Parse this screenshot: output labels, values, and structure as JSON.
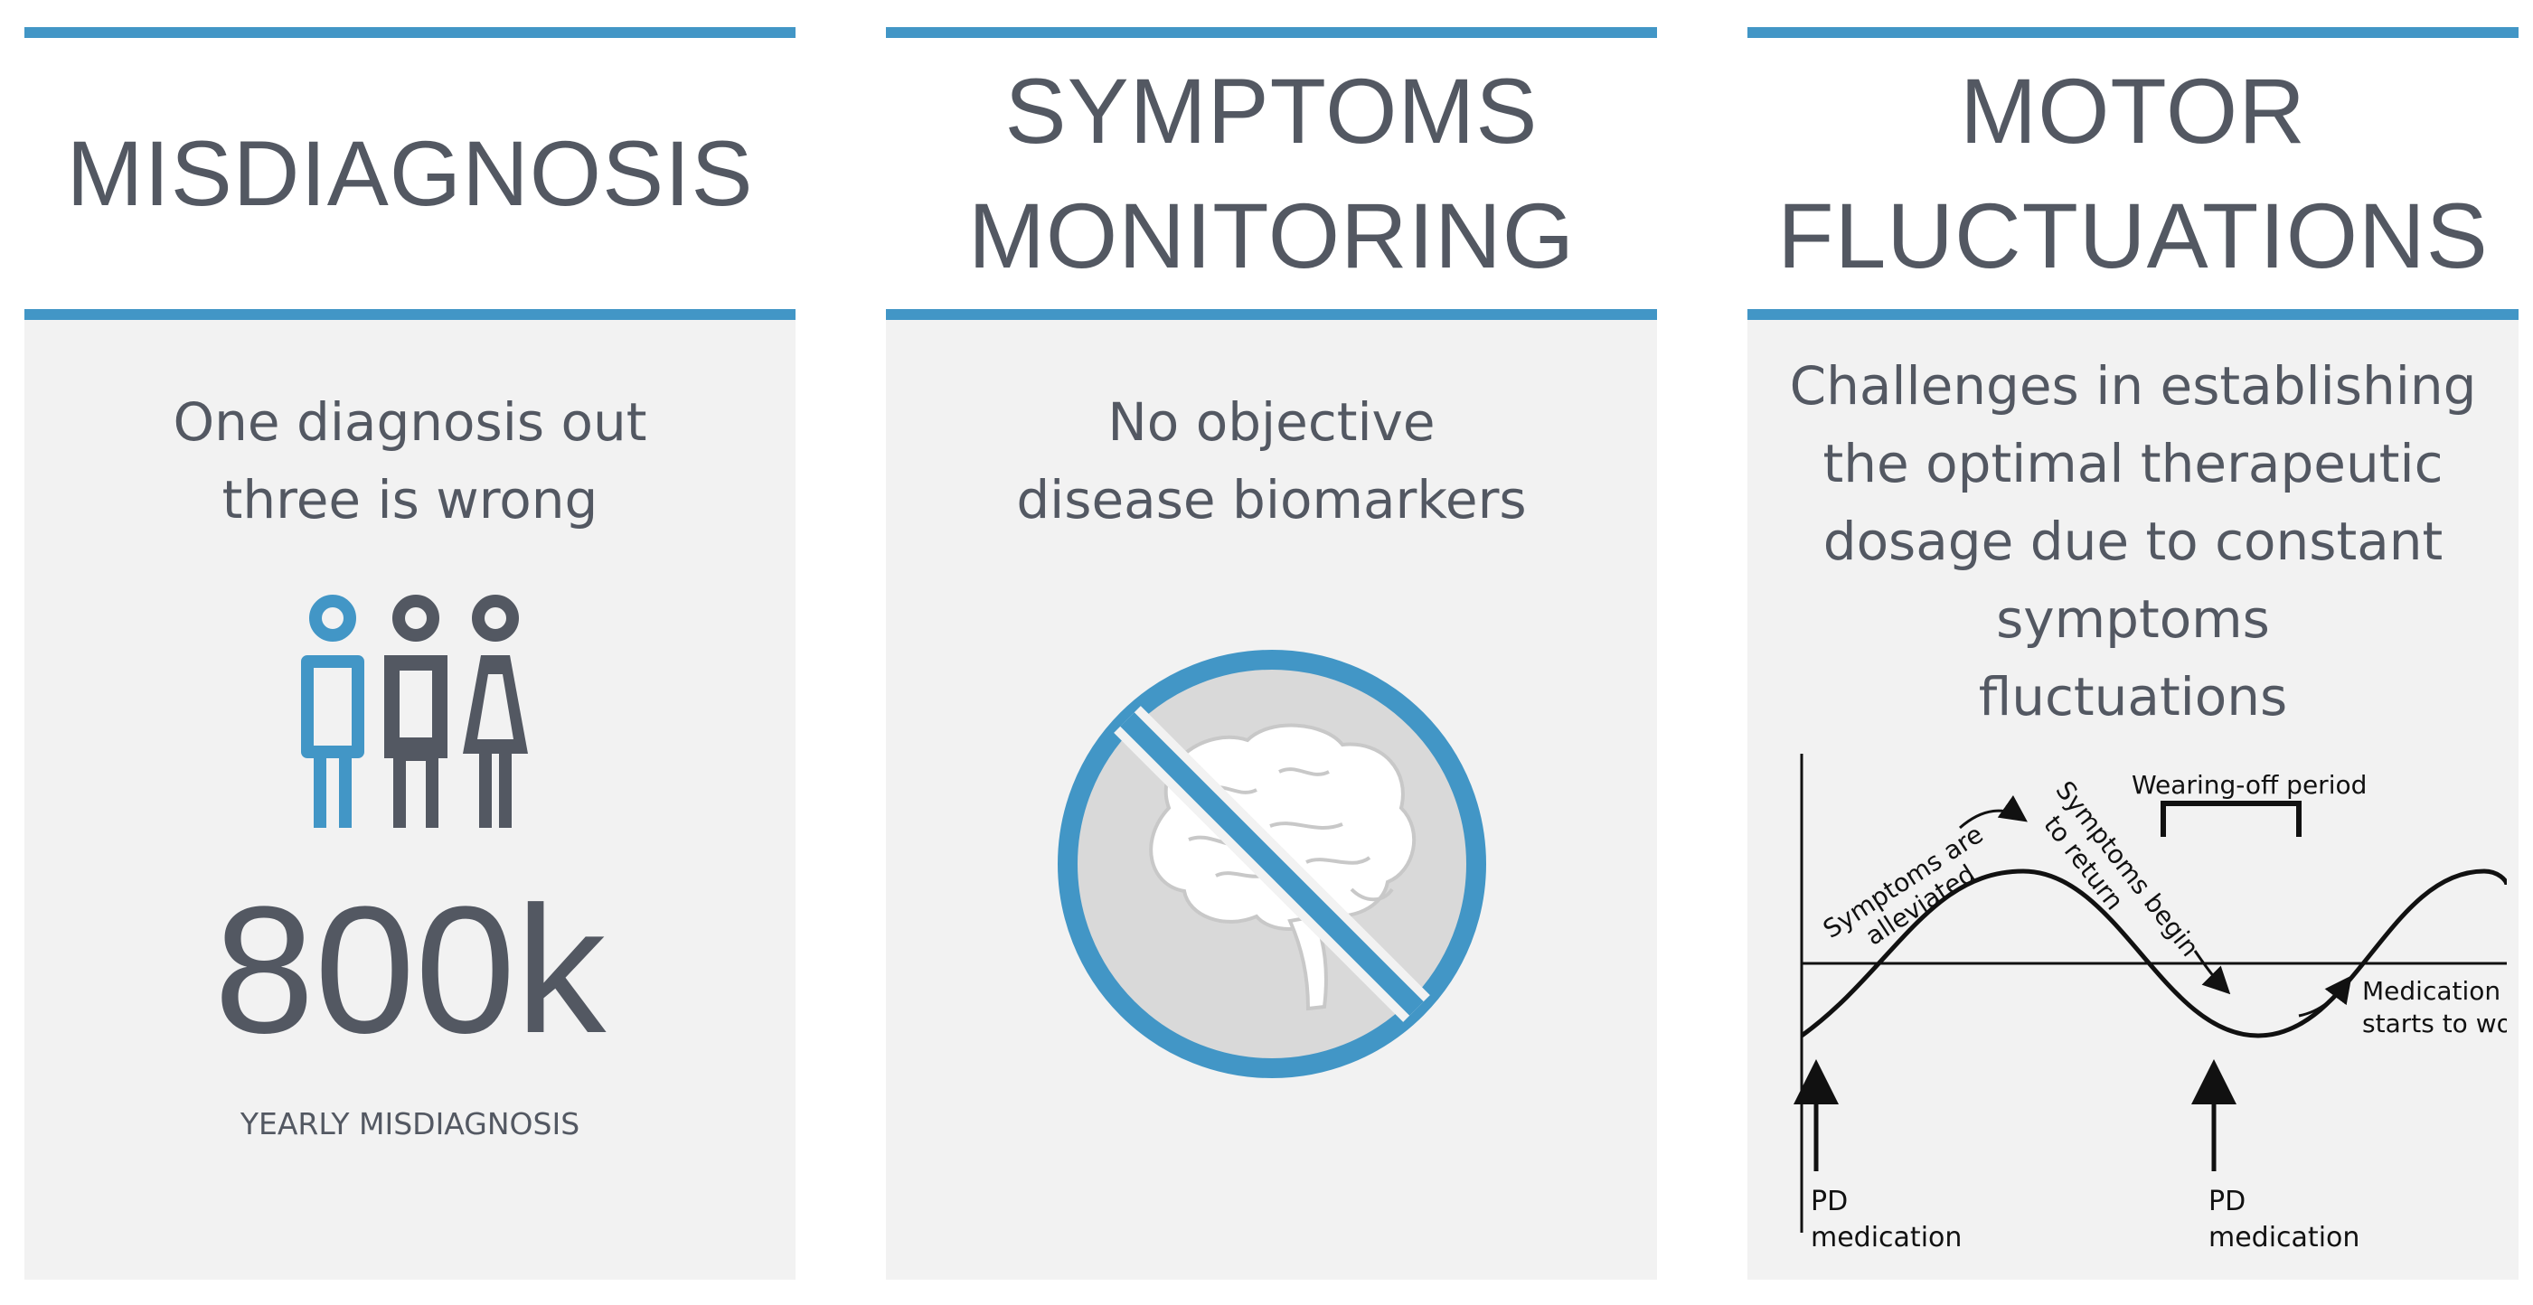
{
  "columns": [
    {
      "heading": [
        "MISDIAGNOSIS"
      ],
      "subtitle": [
        "One diagnosis out",
        "three is wrong"
      ],
      "stat": "800k",
      "caption": "YEARLY MISDIAGNOSIS"
    },
    {
      "heading": [
        "SYMPTOMS",
        "MONITORING"
      ],
      "subtitle": [
        "No objective",
        "disease biomarkers"
      ]
    },
    {
      "heading": [
        "MOTOR",
        "FLUCTUATIONS"
      ],
      "subtitle": [
        "Challenges in establishing",
        "the optimal therapeutic",
        "dosage due to constant",
        "symptoms",
        "fluctuations"
      ]
    }
  ],
  "diagram": {
    "wearing_off": "Wearing-off period",
    "alleviated_1": "Symptoms are",
    "alleviated_2": "alleviated",
    "return_1": "Symptoms begin",
    "return_2": "to return",
    "med_works_1": "Medication",
    "med_works_2": "starts to work",
    "pd1_line1": "PD",
    "pd1_line2": "medication",
    "pd2_line1": "PD",
    "pd2_line2": "medication"
  },
  "colors": {
    "accent": "#4296c6",
    "text": "#535862",
    "panel": "#f2f2f2",
    "icon_dark": "#535862",
    "brain_bg": "#d9d9d9"
  },
  "icons": [
    "person-blue-icon",
    "person-dark-icon",
    "person-female-icon",
    "brain-icon",
    "prohibited-icon"
  ]
}
